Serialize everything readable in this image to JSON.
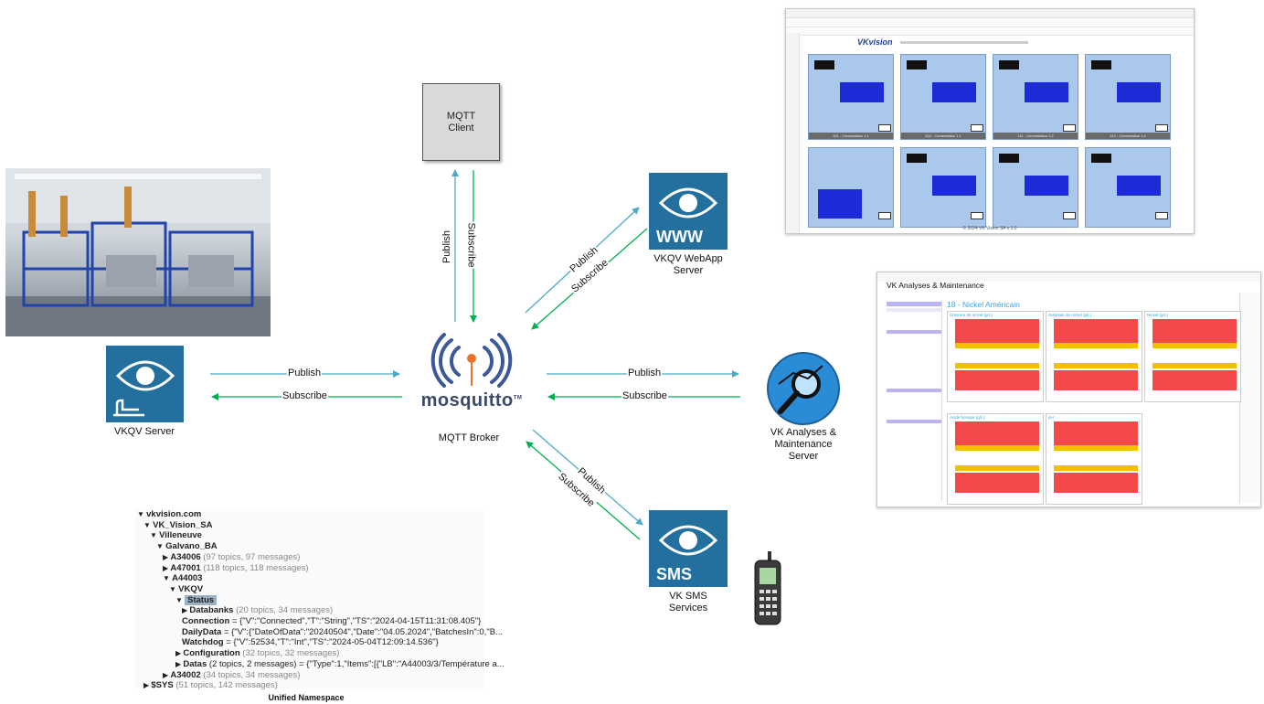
{
  "nodes": {
    "mqtt_client": "MQTT\nClient",
    "broker_caption": "MQTT Broker",
    "mosquitto_text": "mosquitto",
    "mosquitto_tm": "TM",
    "vkqv_server": "VKQV Server",
    "webapp_server_line1": "VKQV WebApp",
    "webapp_server_line2": "Server",
    "www_text": "WWW",
    "analyses_line1": "VK Analyses &",
    "analyses_line2": "Maintenance",
    "analyses_line3": "Server",
    "sms_text": "SMS",
    "sms_line1": "VK SMS",
    "sms_line2": "Services",
    "uns_caption": "Unified Namespace"
  },
  "arrows": {
    "publish": "Publish",
    "subscribe": "Subscribe"
  },
  "webapp_window": {
    "logo": "VKvision",
    "footer": "© 2024 VK Vision SA v 1.0",
    "panel_captions": [
      "201 - Cementation 1.1",
      "202 - Cementation 1.1",
      "211 - Cementation 1.2",
      "212 - Cementation 1.3"
    ]
  },
  "analyses_window": {
    "title": "VK Analyses & Maintenance",
    "chart_title": "18 - Nickel Américain",
    "chart_names": [
      "Chlorure de nickel (g/L)",
      "Sulphate de nickel (g/L)",
      "Nickel (g/L)",
      "Acide borique (g/L)",
      "pH"
    ]
  },
  "tree": [
    {
      "indent": 0,
      "arrow": "▼",
      "name": "vkvision.com",
      "rest": ""
    },
    {
      "indent": 1,
      "arrow": "▼",
      "name": "VK_Vision_SA",
      "rest": ""
    },
    {
      "indent": 2,
      "arrow": "▼",
      "name": "Villeneuve",
      "rest": ""
    },
    {
      "indent": 3,
      "arrow": "▼",
      "name": "Galvano_BA",
      "rest": ""
    },
    {
      "indent": 4,
      "arrow": "▶",
      "name": "A34006",
      "rest": " (97 topics, 97 messages)",
      "gray": true
    },
    {
      "indent": 4,
      "arrow": "▶",
      "name": "A47001",
      "rest": " (118 topics, 118 messages)",
      "gray": true
    },
    {
      "indent": 4,
      "arrow": "▼",
      "name": "A44003",
      "rest": ""
    },
    {
      "indent": 5,
      "arrow": "▼",
      "name": "VKQV",
      "rest": ""
    },
    {
      "indent": 6,
      "arrow": "▼",
      "name": "Status",
      "rest": "",
      "status": true
    },
    {
      "indent": 7,
      "arrow": "▶",
      "name": "Databanks",
      "rest": " (20 topics, 34 messages)",
      "gray": true
    },
    {
      "indent": 7,
      "arrow": "",
      "name": "Connection",
      "rest": " = {\"V\":\"Connected\",\"T\":\"String\",\"TS\":\"2024-04-15T11:31:08.405\"}"
    },
    {
      "indent": 7,
      "arrow": "",
      "name": "DailyData",
      "rest": " = {\"V\":{\"DateOfData\":\"20240504\",\"Date\":\"04.05.2024\",\"BatchesIn\":0,\"B..."
    },
    {
      "indent": 7,
      "arrow": "",
      "name": "Watchdog",
      "rest": " = {\"V\":52534,\"T\":\"Int\",\"TS\":\"2024-05-04T12:09:14.536\"}"
    },
    {
      "indent": 6,
      "arrow": "▶",
      "name": "Configuration",
      "rest": " (32 topics, 32 messages)",
      "gray": true
    },
    {
      "indent": 6,
      "arrow": "▶",
      "name": "Datas",
      "rest": " (2 topics, 2 messages) = {\"Type\":1,\"Items\":[{\"LB\":\"A44003/3/Température a..."
    },
    {
      "indent": 4,
      "arrow": "▶",
      "name": "A34002",
      "rest": " (34 topics, 34 messages)",
      "gray": true
    },
    {
      "indent": 1,
      "arrow": "▶",
      "name": "$SYS",
      "rest": " (51 topics, 142 messages)",
      "gray": true
    }
  ],
  "colors": {
    "tile_blue": "#23709e",
    "publish_arrow": "#4bacc6",
    "subscribe_arrow": "#00b050",
    "chart_red": "#f4494b",
    "chart_yellow": "#f2c000"
  }
}
